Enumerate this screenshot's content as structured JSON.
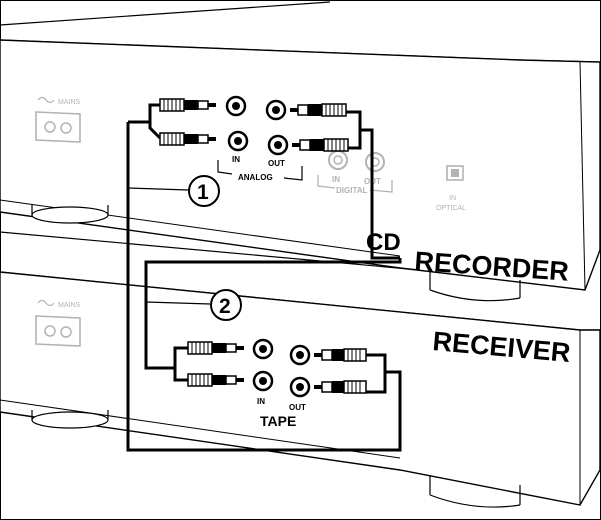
{
  "cd_recorder": {
    "title_cd": "CD",
    "title_recorder": "RECORDER",
    "mains_label": "MAINS",
    "analog_in": "IN",
    "analog_out": "OUT",
    "analog_label": "ANALOG",
    "digital_in": "IN",
    "digital_out": "OUT",
    "digital_label": "DIGITAL",
    "optical_in": "IN",
    "optical_label": "OPTICAL"
  },
  "receiver": {
    "title": "RECEIVER",
    "mains_label": "MAINS",
    "tape_in": "IN",
    "tape_out": "OUT",
    "tape_label": "TAPE"
  },
  "callouts": [
    "1",
    "2"
  ],
  "icons": {
    "mains": "mains-socket-icon",
    "optical": "optical-port-icon",
    "rca_jack": "rca-jack-icon",
    "rca_plug": "rca-plug-icon"
  },
  "colors": {
    "line": "#000000",
    "device_face": "#ffffff",
    "inactive": "#b3b3b3"
  }
}
